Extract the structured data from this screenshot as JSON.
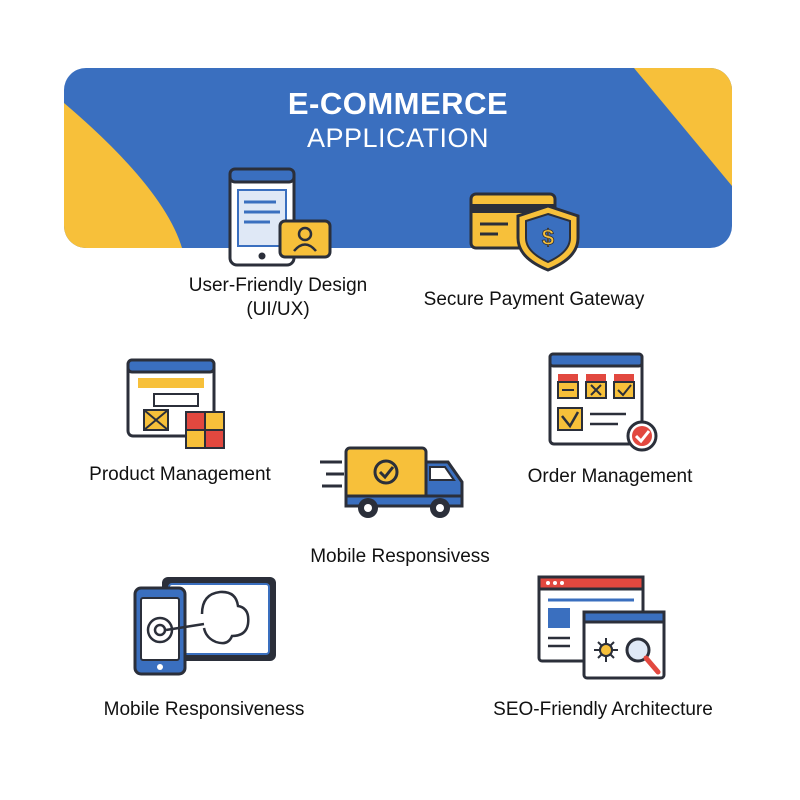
{
  "banner": {
    "title": "E-COMMERCE",
    "subtitle": "APPLICATION"
  },
  "features": {
    "ux_design": {
      "label_line1": "User-Friendly Design",
      "label_line2": "(UI/UX)",
      "icon": "mobile-profile-icon"
    },
    "payment": {
      "label": "Secure Payment Gateway",
      "icon": "card-shield-icon"
    },
    "product": {
      "label": "Product Management",
      "icon": "product-window-icon"
    },
    "order": {
      "label": "Order Management",
      "icon": "order-checklist-icon"
    },
    "delivery": {
      "label": "Mobile Responsivess",
      "icon": "delivery-truck-icon"
    },
    "responsive": {
      "label": "Mobile Responsiveness",
      "icon": "phone-tablet-icon"
    },
    "seo": {
      "label": "SEO-Friendly Architecture",
      "icon": "browser-magnifier-icon"
    }
  },
  "colors": {
    "blue": "#3a6fbf",
    "yellow": "#f7c03a",
    "red": "#e2483f",
    "outline": "#2b2f3a"
  }
}
